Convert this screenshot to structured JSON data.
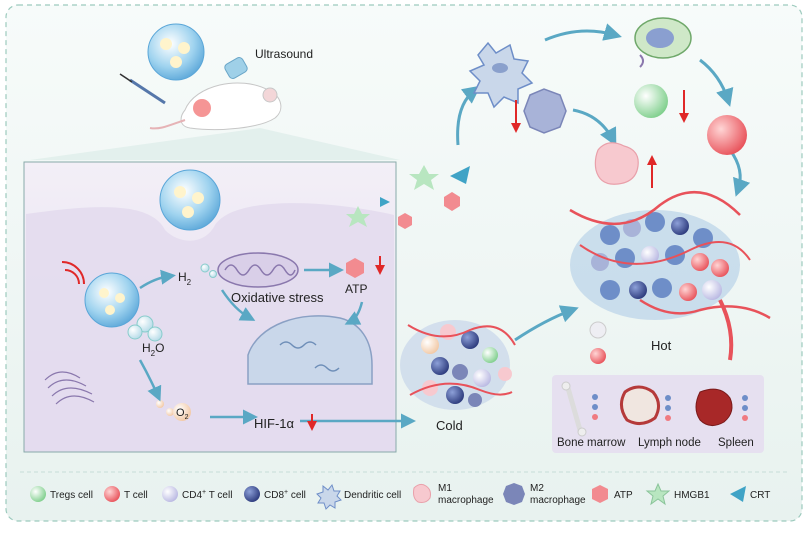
{
  "labels": {
    "ultrasound": "Ultrasound",
    "h2": "H",
    "h2_sub": "2",
    "h2o_h": "H",
    "h2o_sub": "2",
    "h2o_o": "O",
    "o2": "O",
    "o2_sub": "2",
    "oxidative_stress": "Oxidative stress",
    "atp": "ATP",
    "hif": "HIF-1α",
    "cold": "Cold",
    "hot": "Hot"
  },
  "organs": [
    {
      "label": "Bone marrow"
    },
    {
      "label": "Lymph node"
    },
    {
      "label": "Spleen"
    }
  ],
  "legend": [
    {
      "label": "Tregs cell",
      "icon": "tregs-cell-icon",
      "color": "#8fd08a"
    },
    {
      "label": "T cell",
      "icon": "t-cell-icon",
      "color": "#f07a80"
    },
    {
      "label": "CD4",
      "sup": "+",
      "rest": " T cell",
      "icon": "cd4-t-cell-icon",
      "color": "#c9c8ea"
    },
    {
      "label": "CD8",
      "sup": "+",
      "rest": " cell",
      "icon": "cd8-cell-icon",
      "color": "#3a4a8c"
    },
    {
      "label": "Dendritic cell",
      "icon": "dendritic-cell-icon",
      "color": "#6e8ec8"
    },
    {
      "label": "M1",
      "line2": "macrophage",
      "icon": "m1-macrophage-icon",
      "color": "#f7c9cf"
    },
    {
      "label": "M2",
      "line2": "macrophage",
      "icon": "m2-macrophage-icon",
      "color": "#7b86b8"
    },
    {
      "label": "ATP",
      "icon": "atp-icon",
      "color": "#f28b90"
    },
    {
      "label": "HMGB1",
      "icon": "hmgb1-icon",
      "color": "#b8e6c0"
    },
    {
      "label": "CRT",
      "icon": "crt-icon",
      "color": "#3fa3c6"
    }
  ],
  "colors": {
    "outer_bg": "#f2f8f6",
    "inset_bg": "#ebe6f3",
    "arrow": "#5aa8c4",
    "red_arrow": "#e02828",
    "vessel": "#e8525a"
  }
}
